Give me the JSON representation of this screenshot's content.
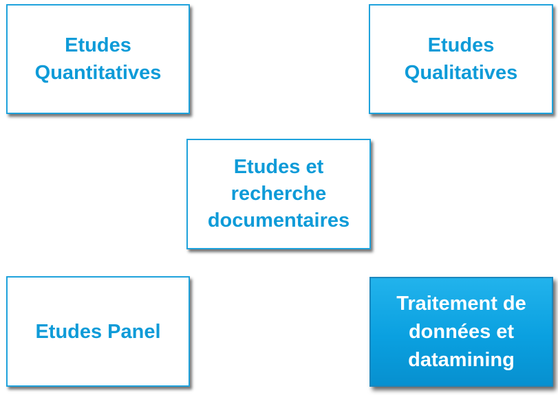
{
  "boxes": {
    "quantitatives": {
      "label": "Etudes\nQuantitatives",
      "accent": "#0e9bd8"
    },
    "qualitatives": {
      "label": "Etudes\nQualitatives",
      "accent": "#0e9bd8"
    },
    "documentaires": {
      "label": "Etudes et\nrecherche\ndocumentaires",
      "accent": "#0e9bd8"
    },
    "panel": {
      "label": "Etudes Panel",
      "accent": "#0e9bd8"
    },
    "datamining": {
      "label": "Traitement de\ndonnées et\ndatamining",
      "accent": "#0aa0e0",
      "highlighted": true
    }
  }
}
